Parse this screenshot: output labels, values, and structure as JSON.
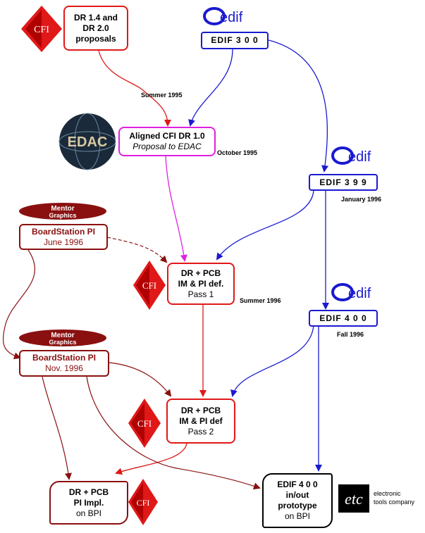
{
  "boxes": {
    "dr_proposals": [
      "DR 1.4 and",
      "DR 2.0",
      "proposals"
    ],
    "edif300": "EDIF 3 0 0",
    "aligned_cfi": "Aligned CFI DR 1.0",
    "aligned_cfi_sub": "Proposal to EDAC",
    "edif399": "EDIF 3 9 9",
    "bs_pi_1": "BoardStation PI",
    "bs_pi_1_sub": "June 1996",
    "pass1_l1": "DR + PCB",
    "pass1_l2": "IM & PI def.",
    "pass1_l3": "Pass 1",
    "edif400": "EDIF 4 0 0",
    "bs_pi_2": "BoardStation PI",
    "bs_pi_2_sub": "Nov. 1996",
    "pass2_l1": "DR + PCB",
    "pass2_l2": "IM & PI def",
    "pass2_l3": "Pass 2",
    "impl_l1": "DR + PCB",
    "impl_l2": "PI Impl.",
    "impl_l3": "on BPI",
    "proto_l1": "EDIF 4 0 0",
    "proto_l2": "in/out",
    "proto_l3": "prototype",
    "proto_l4": "on BPI"
  },
  "labels": {
    "summer1995": "Summer 1995",
    "october1995": "October 1995",
    "january1996": "January 1996",
    "summer1996": "Summer 1996",
    "fall1996": "Fall 1996"
  },
  "logos": {
    "cfi": "CFI",
    "edif": "edif",
    "edac": "EDAC",
    "mentor_line1": "Mentor",
    "mentor_line2": "Graphics",
    "etc_mark": "etc",
    "etc_line1": "electronic",
    "etc_line2": "tools company"
  },
  "colors": {
    "red": "#e01818",
    "blue": "#1a1ad0",
    "magenta": "#e020e0",
    "maroon": "#8a1010"
  }
}
